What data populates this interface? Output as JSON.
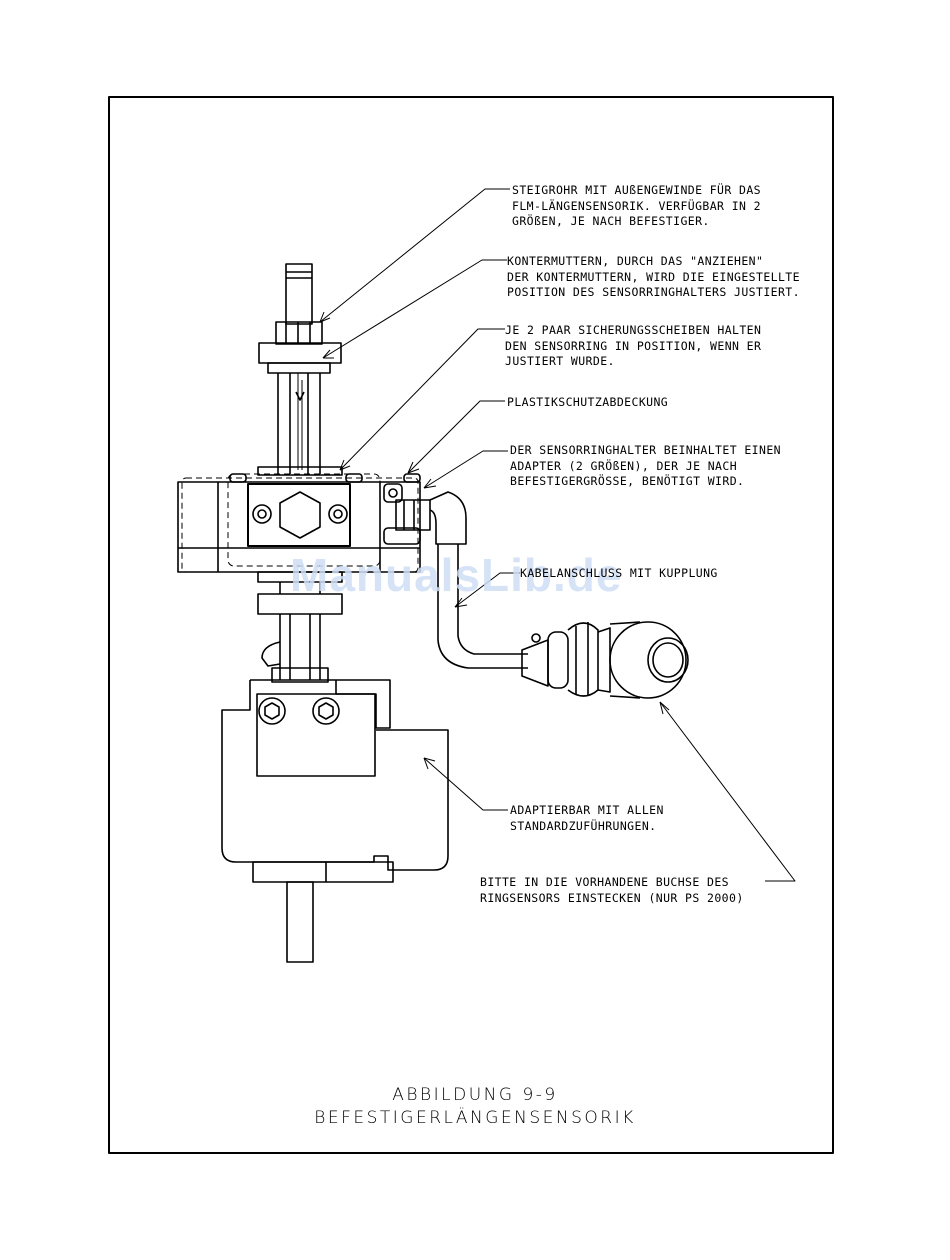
{
  "callouts": {
    "steigrohr": "STEIGROHR MIT AUßENGEWINDE FÜR DAS\nFLM-LÄNGENSENSORIK. VERFÜGBAR IN 2\nGRÖßEN, JE NACH BEFESTIGER.",
    "kontermuttern": "KONTERMUTTERN, DURCH DAS \"ANZIEHEN\"\nDER KONTERMUTTERN, WIRD DIE EINGESTELLTE\nPOSITION DES SENSORRINGHALTERS JUSTIERT.",
    "sicherungsscheiben": "JE 2 PAAR SICHERUNGSSCHEIBEN HALTEN\nDEN SENSORRING IN POSITION, WENN ER\nJUSTIERT WURDE.",
    "plastikschutz": "PLASTIKSCHUTZABDECKUNG",
    "sensorringhalter": "DER SENSORRINGHALTER BEINHALTET EINEN\nADAPTER (2 GRÖßEN), DER JE NACH\nBEFESTIGERGRÖSSE, BENÖTIGT WIRD.",
    "kabel": "KABELANSCHLUSS MIT KUPPLUNG",
    "adaptierbar": "ADAPTIERBAR MIT ALLEN\nSTANDARDZUFÜHRUNGEN.",
    "buchse": "BITTE IN DIE VORHANDENE BUCHSE DES\nRINGSENSORS EINSTECKEN (NUR PS 2000)"
  },
  "caption": {
    "line1": "ABBILDUNG 9-9",
    "line2": "BEFESTIGERLÄNGENSENSORIK"
  },
  "watermark": "ManualsLib.de"
}
